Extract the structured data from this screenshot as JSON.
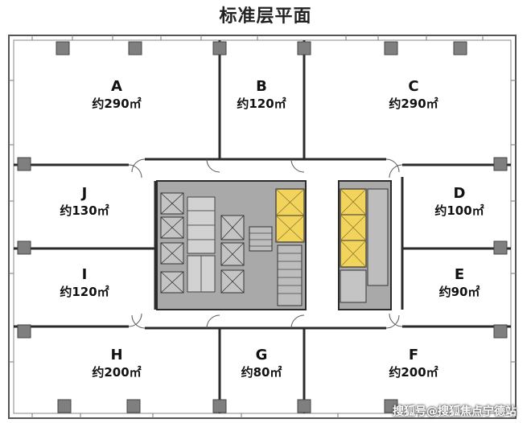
{
  "title": "标准层平面",
  "units": [
    {
      "id": "A",
      "letter": "A",
      "area": "约290㎡"
    },
    {
      "id": "B",
      "letter": "B",
      "area": "约120㎡"
    },
    {
      "id": "C",
      "letter": "C",
      "area": "约290㎡"
    },
    {
      "id": "J",
      "letter": "J",
      "area": "约130㎡"
    },
    {
      "id": "D",
      "letter": "D",
      "area": "约100㎡"
    },
    {
      "id": "I",
      "letter": "I",
      "area": "约120㎡"
    },
    {
      "id": "E",
      "letter": "E",
      "area": "约90㎡"
    },
    {
      "id": "H",
      "letter": "H",
      "area": "约200㎡"
    },
    {
      "id": "G",
      "letter": "G",
      "area": "约80㎡"
    },
    {
      "id": "F",
      "letter": "F",
      "area": "约200㎡"
    }
  ],
  "watermark": "搜狐号@搜狐焦点宁德站",
  "colors": {
    "walls": "#2b2b2b",
    "core": "#a9a9a9",
    "elevator_highlight": "#f2d45c",
    "columns": "#7f7f7f"
  }
}
